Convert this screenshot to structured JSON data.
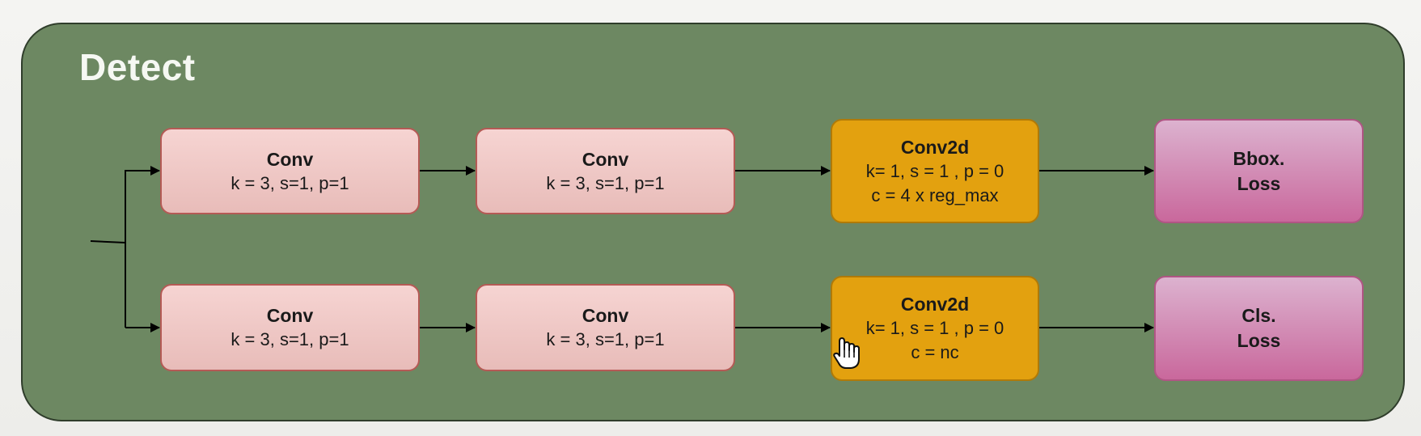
{
  "title": "Detect",
  "top_row": {
    "conv1": {
      "title": "Conv",
      "params": "k = 3, s=1, p=1"
    },
    "conv2": {
      "title": "Conv",
      "params": "k = 3, s=1, p=1"
    },
    "conv2d": {
      "title": "Conv2d",
      "params": "k= 1, s = 1 , p = 0",
      "channels": "c = 4 x reg_max"
    },
    "loss": {
      "line1": "Bbox.",
      "line2": "Loss"
    }
  },
  "bottom_row": {
    "conv1": {
      "title": "Conv",
      "params": "k = 3, s=1, p=1"
    },
    "conv2": {
      "title": "Conv",
      "params": "k = 3, s=1, p=1"
    },
    "conv2d": {
      "title": "Conv2d",
      "params": "k= 1, s = 1 , p = 0",
      "channels": "c = nc"
    },
    "loss": {
      "line1": "Cls.",
      "line2": "Loss"
    }
  },
  "colors": {
    "panel": "#6d8862",
    "conv": "#f0cbc8",
    "conv2d": "#e3a10f",
    "loss": "#d07aa8"
  },
  "icons": [
    "hand-cursor-icon"
  ]
}
